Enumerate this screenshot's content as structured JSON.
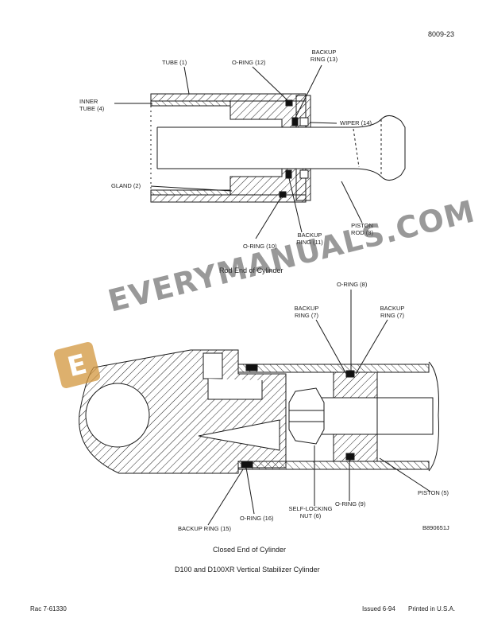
{
  "header": {
    "page_number": "8009-23"
  },
  "rod_end": {
    "caption": "Rod End of Cylinder",
    "labels": {
      "tube": "TUBE (1)",
      "oring12": "O-RING (12)",
      "backup13_l1": "BACKUP",
      "backup13_l2": "RING (13)",
      "inner_tube_l1": "INNER",
      "inner_tube_l2": "TUBE (4)",
      "wiper": "WIPER (14)",
      "gland": "GLAND (2)",
      "piston_rod_l1": "PISTON",
      "piston_rod_l2": "ROD (3)",
      "backup11_l1": "BACKUP",
      "backup11_l2": "RING (11)",
      "oring10": "O-RING (10)"
    }
  },
  "closed_end": {
    "caption": "Closed End of Cylinder",
    "labels": {
      "oring8": "O-RING (8)",
      "backup7a_l1": "BACKUP",
      "backup7a_l2": "RING (7)",
      "backup7b_l1": "BACKUP",
      "backup7b_l2": "RING (7)",
      "piston": "PISTON (5)",
      "self_lock_l1": "SELF-LOCKING",
      "self_lock_l2": "NUT (6)",
      "oring9": "O-RING (9)",
      "oring16": "O-RING (16)",
      "backup15": "BACKUP RING (15)",
      "figure_code": "B890651J"
    }
  },
  "figure_title": "D100 and D100XR Vertical Stabilizer Cylinder",
  "watermark": {
    "text": "EVERYMANUALS.COM",
    "logo_letter": "E"
  },
  "footer": {
    "doc_number": "Rac 7-61330",
    "issued": "Issued 6-94",
    "printed": "Printed in U.S.A."
  }
}
